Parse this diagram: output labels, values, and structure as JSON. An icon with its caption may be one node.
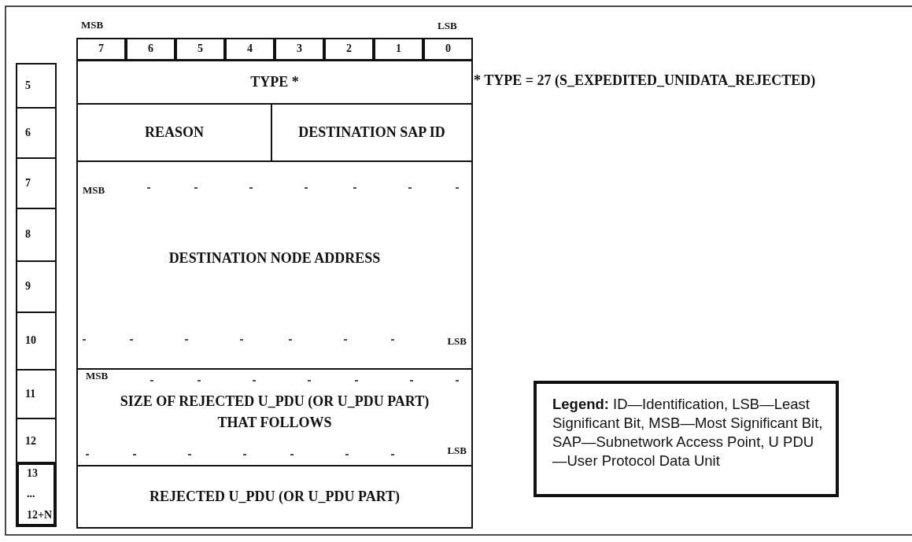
{
  "diagram": {
    "nodes": [
      {
        "text": [
          "7"
        ]
      },
      {
        "text": [
          "6"
        ]
      },
      {
        "text": [
          "5"
        ]
      },
      {
        "text": [
          "4"
        ]
      },
      {
        "text": [
          "3"
        ]
      },
      {
        "text": [
          "2"
        ]
      },
      {
        "text": [
          "1"
        ]
      },
      {
        "text": [
          "0"
        ]
      },
      {
        "text": [
          "TYPE *"
        ],
        "beside": [
          "* TYPE = 27 (S_EXPEDITED_UNIDATA_REJECTED)"
        ]
      },
      {
        "text": [
          "REASON"
        ]
      },
      {
        "text": [
          "DESTINATION SAP ID"
        ]
      },
      {
        "text": [
          "MSB",
          "DESTINATION NODE ADDRESS",
          "LSB"
        ]
      },
      {
        "text": [
          "MSB",
          "SIZE OF REJECTED U_PDU (OR U_PDU PART) THAT FOLLOWS",
          "LSB"
        ]
      },
      {
        "text": [
          "REJECTED U_PDU (OR U_PDU PART)"
        ]
      },
      {
        "text": [
          "5"
        ]
      },
      {
        "text": [
          "6"
        ]
      },
      {
        "text": [
          "7"
        ]
      },
      {
        "text": [
          "8"
        ]
      },
      {
        "text": [
          "9"
        ]
      },
      {
        "text": [
          "10"
        ]
      },
      {
        "text": [
          "11"
        ]
      },
      {
        "text": [
          "12"
        ]
      },
      {
        "text": [
          "13",
          "...",
          "12+N"
        ]
      },
      {
        "text": [
          "**Legend:** ID—Identification, LSB—Least Significant Bit, MSB—Most Significant Bit, SAP—Subnetwork Access Point, U PDU—User Protocol Data Unit"
        ]
      }
    ],
    "edges": [],
    "labels": [
      "MSB",
      "LSB"
    ]
  }
}
